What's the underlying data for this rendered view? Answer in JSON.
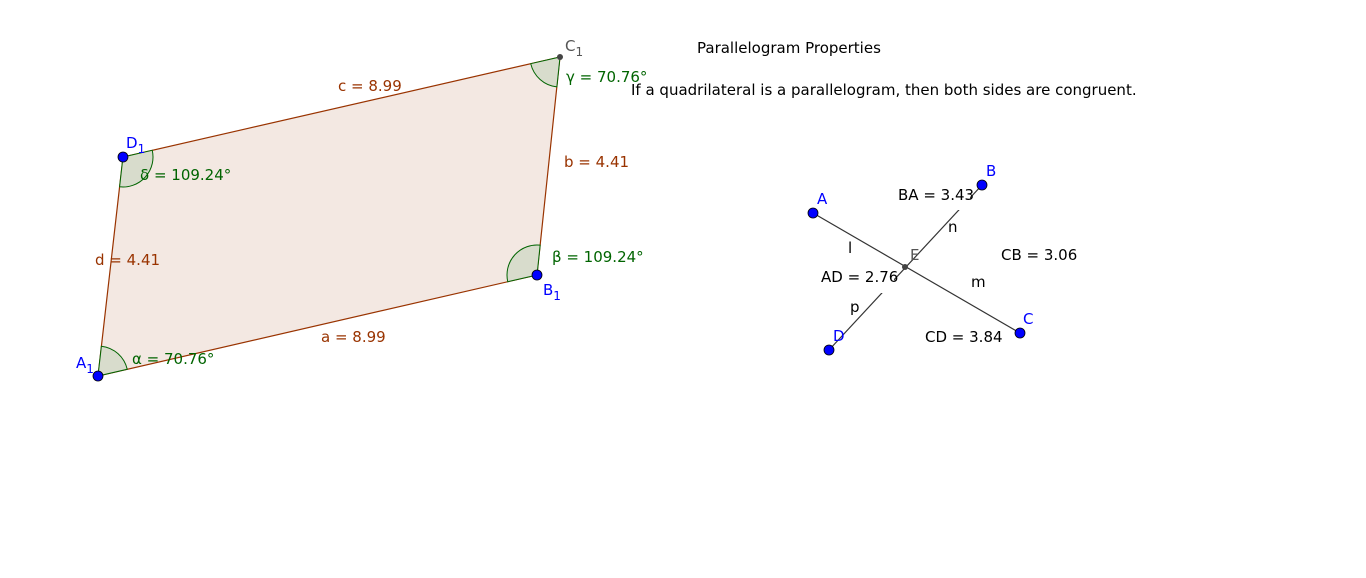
{
  "title": "Parallelogram Properties",
  "statement": "If a quadrilateral is a parallelogram, then both sides are congruent.",
  "colors": {
    "segment": "#993300",
    "angle": "#006400",
    "point": "#0000ff",
    "fill": "#f3e8e2",
    "angle_fill": "#d8dccc"
  },
  "parallelogram": {
    "points": {
      "A": "A",
      "B": "B",
      "C": "C",
      "D": "D",
      "subscript": "1"
    },
    "sides": {
      "a": "a = 8.99",
      "b": "b = 4.41",
      "c": "c = 8.99",
      "d": "d = 4.41"
    },
    "angles": {
      "alpha": "α = 70.76°",
      "beta": "β = 109.24°",
      "gamma": "γ = 70.76°",
      "delta": "δ = 109.24°"
    }
  },
  "diagonals": {
    "points": {
      "A": "A",
      "B": "B",
      "C": "C",
      "D": "D",
      "E": "E"
    },
    "segment_names": {
      "l": "l",
      "m": "m",
      "n": "n",
      "p": "p"
    },
    "lengths": {
      "BA": "BA = 3.43",
      "CB": "CB = 3.06",
      "AD": "AD = 2.76",
      "CD": "CD = 3.84"
    }
  }
}
